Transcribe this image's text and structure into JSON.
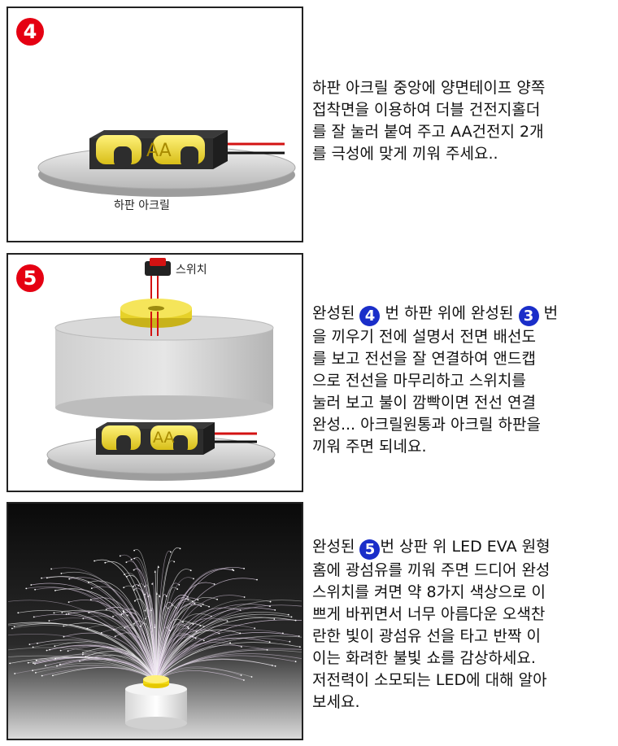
{
  "steps": [
    {
      "number": "4",
      "illustration_caption": "하판 아크릴",
      "battery_label": "AA",
      "text_lines": [
        "하판 아크릴 중앙에 양면테이프 양쪽",
        "접착면을 이용하여 더블 건전지홀더",
        "를 잘 눌러 붙여 주고 AA건전지 2개",
        "를 극성에 맞게 끼워 주세요.."
      ]
    },
    {
      "number": "5",
      "switch_caption": "스위치",
      "battery_label": "AA",
      "ref_a": "4",
      "ref_b": "3",
      "line1_prefix": "완성된 ",
      "line1_mid": " 번 하판 위에 완성된 ",
      "line1_suffix": " 번",
      "text_lines": [
        "을 끼우기 전에 설명서 전면 배선도",
        "를 보고 전선을 잘 연결하여 앤드캡",
        "으로 전선을 마무리하고 스위치를",
        "눌러 보고 불이 깜빡이면 전선 연결",
        "완성... 아크릴원통과 아크릴 하판을",
        "끼워 주면 되네요."
      ]
    },
    {
      "ref": "5",
      "line1_prefix": "완성된 ",
      "line1_suffix": "번 상판 위 LED EVA 원형",
      "text_lines": [
        "홈에 광섬유를 끼워 주면 드디어 완성",
        "스위치를 켜면 약 8가지 색상으로 이",
        "쁘게 바뀌면서 너무 아름다운 오색찬",
        "란한 빛이 광섬유 선을 타고 반짝 이",
        "이는 화려한 불빛 쇼를 감상하세요.",
        "저전력이 소모되는 LED에 대해 알아",
        "보세요."
      ]
    }
  ],
  "colors": {
    "badge_red": "#e50012",
    "badge_blue": "#1a2ec9",
    "battery_yellow": "#f2df3a",
    "acrylic_gray": "#c9c9c9",
    "wire_red": "#d31212",
    "photo_bg": "#111111"
  }
}
